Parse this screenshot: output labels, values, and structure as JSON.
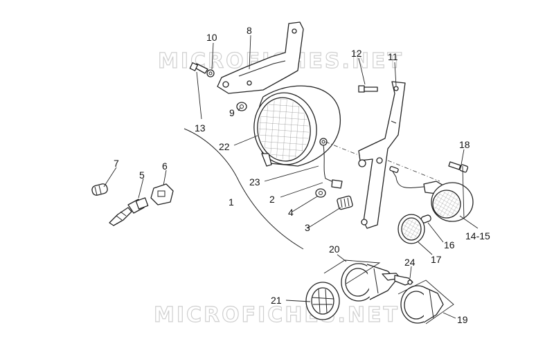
{
  "watermark": {
    "top": "MICROFICHES.NET",
    "bottom": "MICROFICHES.NET"
  },
  "labels": {
    "p1": "1",
    "p2": "2",
    "p3": "3",
    "p4": "4",
    "p5": "5",
    "p6": "6",
    "p7": "7",
    "p8": "8",
    "p9": "9",
    "p10": "10",
    "p11": "11",
    "p12": "12",
    "p13": "13",
    "p14_15": "14-15",
    "p16": "16",
    "p17": "17",
    "p18": "18",
    "p19": "19",
    "p20": "20",
    "p21": "21",
    "p22": "22",
    "p23": "23",
    "p24": "24"
  }
}
